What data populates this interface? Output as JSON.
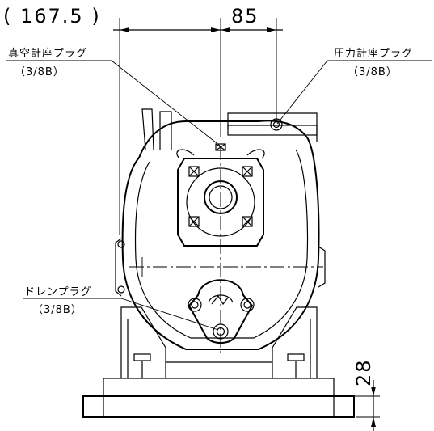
{
  "dimensions": {
    "width_total": "( 167.5 )",
    "half_width": "85",
    "base_height": "28"
  },
  "labels": {
    "vacuum_plug": "真空計座プラグ",
    "vacuum_plug_size": "（3/8B）",
    "pressure_plug": "圧力計座プラグ",
    "pressure_plug_size": "（3/8B）",
    "drain_plug": "ドレンプラグ",
    "drain_plug_size": "（3/8B）"
  }
}
